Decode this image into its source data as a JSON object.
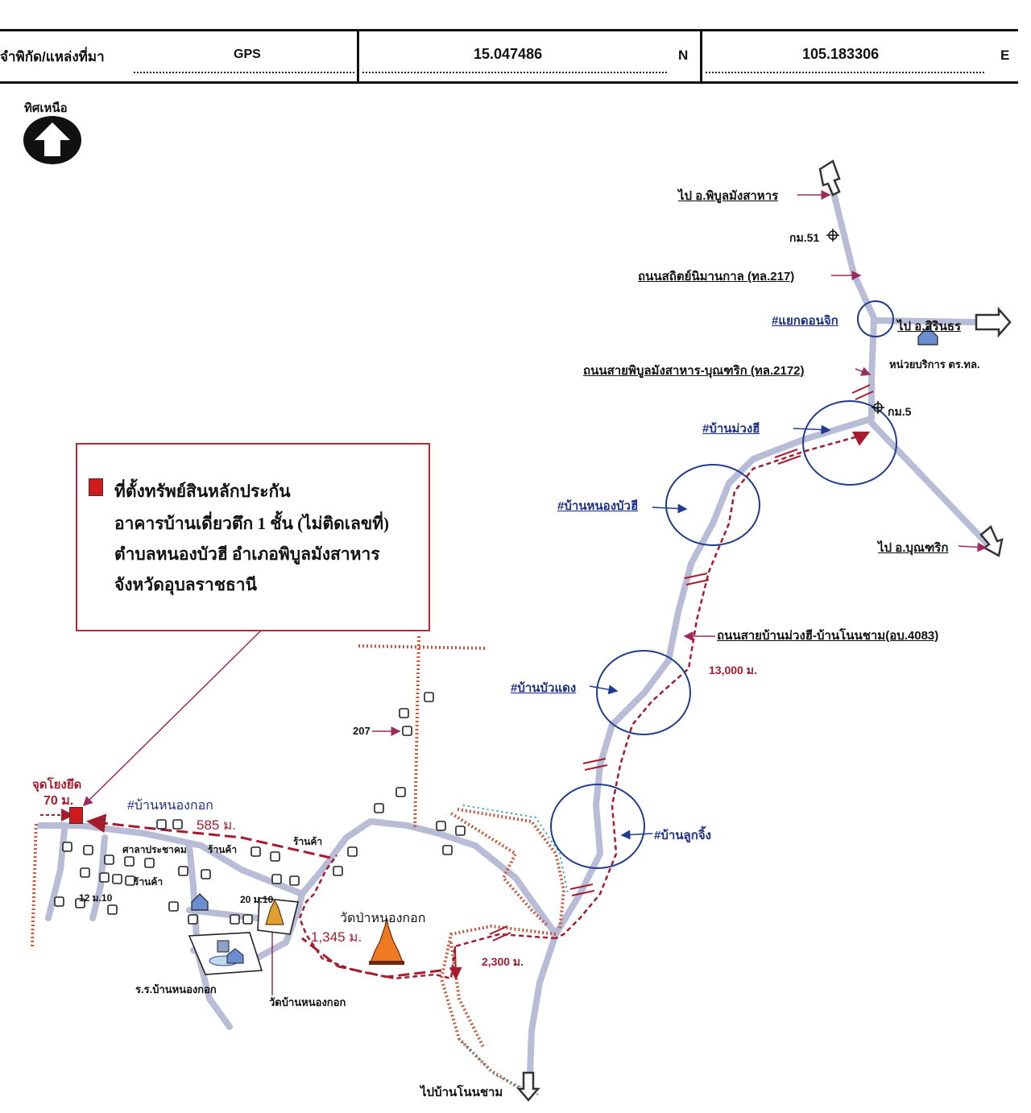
{
  "header": {
    "coord_label": "จำพิกัด/แหล่งที่มา",
    "source": "GPS",
    "latitude": "15.047486",
    "lat_dir": "N",
    "longitude": "105.183306",
    "lon_dir": "E"
  },
  "north": {
    "label": "ทิศเหนือ",
    "icon": "north-arrow-icon"
  },
  "info_box": {
    "line1": "ที่ตั้งทรัพย์สินหลักประกัน",
    "line2": "อาคารบ้านเดี่ยวตึก 1  ชั้น (ไม่ติดเลขที่)",
    "line3": "ตำบลหนองบัวฮี อำเภอพิบูลมังสาหาร",
    "line4": "จังหวัดอุบลราชธานี",
    "marker_color": "#d11a1a"
  },
  "labels": {
    "to_phibun": "ไป อ.พิบูลมังสาหาร",
    "km51": "กม.51",
    "road_217": "ถนนสถิตย์นิมานกาล (ทล.217)",
    "junction": "#แยกดอนจิก",
    "to_sirindhorn": "ไป อ.สิรินธร",
    "service_unit": "หน่วยบริการ ตร.ทล.",
    "road_2172": "ถนนสายพิบูลมังสาหาร-บุณฑริก (ทล.2172)",
    "km5": "กม.5",
    "ban_muang_si": "#บ้านม่วงฮี",
    "ban_nong_bua_hi": "#บ้านหนองบัวฮี",
    "to_buntharik": "ไป อ.บุณฑริก",
    "road_4083": "ถนนสายบ้านม่วงฮี-บ้านโนนชาม(อบ.4083)",
    "dist_13000": "13,000 ม.",
    "ban_bua_daeng": "#บ้านบัวแดง",
    "ban_luk_ching": "#บ้านลูกจิ้ง",
    "num_207": "207",
    "anchor_point": "จุดโยงยึด",
    "dist_70": "70 ม.",
    "ban_nong_kok": "#บ้านหนองกอก",
    "dist_585": "585 ม.",
    "shop_1": "ร้านค้า",
    "shop_2": "ร้านค้า",
    "shop_3": "ร้านค้า",
    "sala": "ศาลาประชาคม",
    "house_12": "12 ม.10",
    "house_20": "20 ม.10",
    "wat_pa": "วัดป่าหนองกอก",
    "dist_1345": "1,345 ม.",
    "dist_2300": "2,300 ม.",
    "school": "ร.ร.บ้านหนองกอก",
    "wat_ban": "วัดบ้านหนองกอก",
    "to_non_cham": "ไปบ้านโนนชาม"
  },
  "colors": {
    "road": "#b8bcd6",
    "route": "#a51c2e",
    "circle": "#1f3b8c",
    "place_label": "#1c2f86",
    "pointer": "#9c2a5c",
    "box_border": "#b02a3a"
  }
}
